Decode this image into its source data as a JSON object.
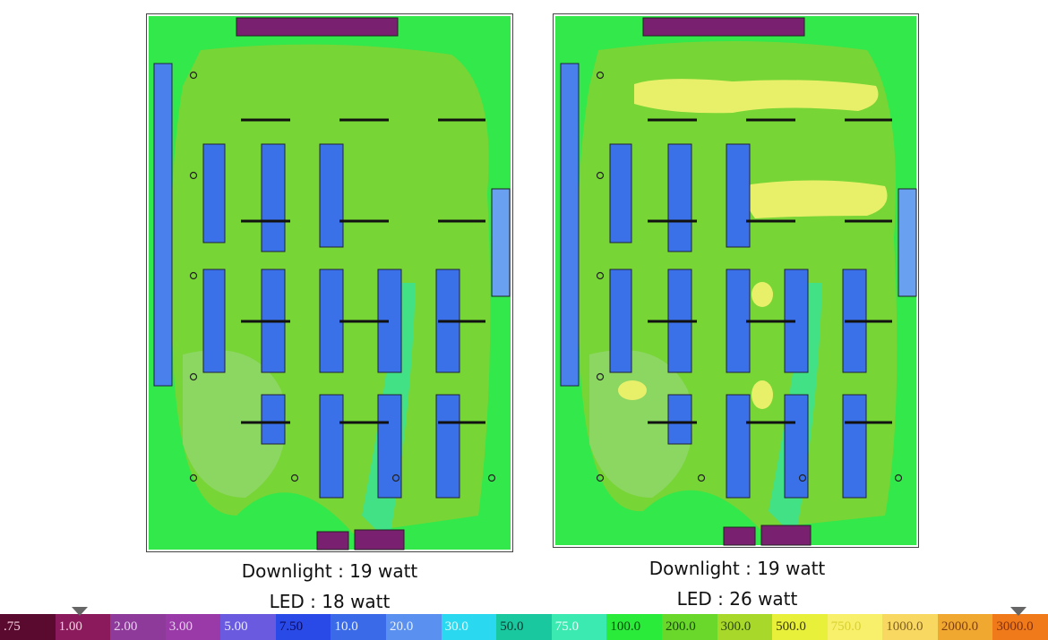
{
  "panels": [
    {
      "caption_line1": "Downlight : 19 watt",
      "caption_line2": "LED : 18 watt"
    },
    {
      "caption_line1": "Downlight : 19 watt",
      "caption_line2": "LED : 26 watt"
    }
  ],
  "legend": [
    {
      "label": ".75",
      "color": "#5a0a2e",
      "text": "#f5d0e0"
    },
    {
      "label": "1.00",
      "color": "#8b1a5c",
      "text": "#f5d0e0"
    },
    {
      "label": "2.00",
      "color": "#8e3a9a",
      "text": "#e8d0f0"
    },
    {
      "label": "3.00",
      "color": "#9a3aa8",
      "text": "#e8d0f0"
    },
    {
      "label": "5.00",
      "color": "#6a5ae0",
      "text": "#e8e8ff"
    },
    {
      "label": "7.50",
      "color": "#2a4ae8",
      "text": "#0a0a60"
    },
    {
      "label": "10.0",
      "color": "#3a6ae8",
      "text": "#e8f0ff"
    },
    {
      "label": "20.0",
      "color": "#5a90f0",
      "text": "#e8f0ff"
    },
    {
      "label": "30.0",
      "color": "#2ad8f0",
      "text": "#e8ffff"
    },
    {
      "label": "50.0",
      "color": "#1ac8a0",
      "text": "#0a3a30"
    },
    {
      "label": "75.0",
      "color": "#3aeab0",
      "text": "#e8fff8"
    },
    {
      "label": "100.0",
      "color": "#2aea3a",
      "text": "#0a4a0a"
    },
    {
      "label": "200.0",
      "color": "#6ad82a",
      "text": "#1a4a0a"
    },
    {
      "label": "300.0",
      "color": "#a8d82a",
      "text": "#2a4a0a"
    },
    {
      "label": "500.0",
      "color": "#e8f03a",
      "text": "#3a3a0a"
    },
    {
      "label": "750.0",
      "color": "#f8f06a",
      "text": "#d8d030"
    },
    {
      "label": "1000.0",
      "color": "#f8d860",
      "text": "#806020"
    },
    {
      "label": "2000.0",
      "color": "#f0a830",
      "text": "#804010"
    },
    {
      "label": "3000.0",
      "color": "#f07a1a",
      "text": "#803010"
    }
  ]
}
